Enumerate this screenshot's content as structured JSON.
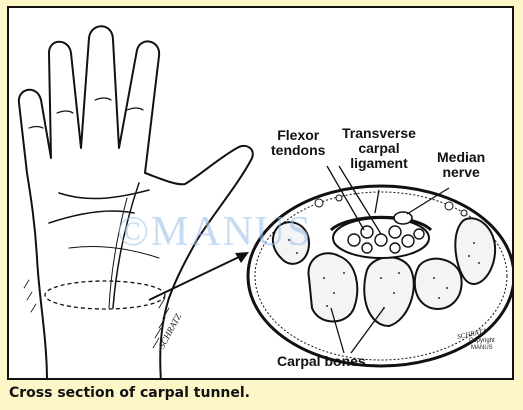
{
  "labels": {
    "flexor_tendons": "Flexor\ntendons",
    "transverse_carpal_ligament": "Transverse\ncarpal\nligament",
    "median_nerve": "Median\nnerve",
    "carpal_bones": "Carpal bones"
  },
  "watermark": "©MANUS",
  "signatures": {
    "hand": "SCHRATZ",
    "section": "SCHRATZ"
  },
  "copyright_note": "Copyright\nMANUS",
  "caption": "Cross section of carpal tunnel."
}
